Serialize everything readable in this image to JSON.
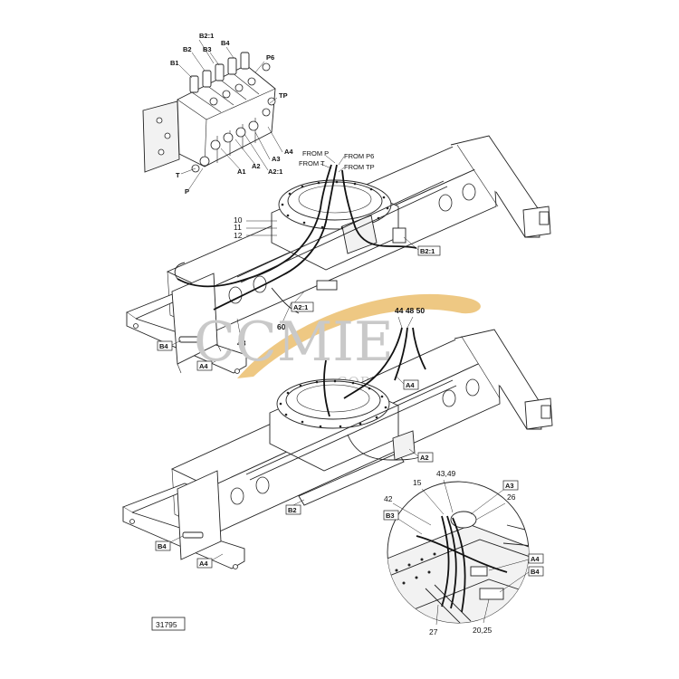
{
  "watermark": {
    "brand_text": "CCMIE",
    "subtitle_text": "CORPORATION",
    "swoosh_color": "#e8b65a"
  },
  "valve_labels": {
    "b2_1": "B2:1",
    "b4": "B4",
    "b2": "B2",
    "b3": "B3",
    "b1": "B1",
    "p6": "P6",
    "tp": "TP",
    "a4": "A4",
    "a3": "A3",
    "a2_1": "A2:1",
    "a2": "A2",
    "a1": "A1",
    "t": "T",
    "p": "P"
  },
  "flow_labels": {
    "from_p": "FROM P",
    "from_p6": "FROM P6",
    "from_t": "FROM T",
    "from_tp": "FROM TP"
  },
  "upper_chassis": {
    "ref_10": "10",
    "ref_11": "11",
    "ref_12": "12",
    "ref_b2_1": "B2:1",
    "ref_a2_1": "A2:1",
    "ref_60": "60",
    "ref_48": "48",
    "ref_b4": "B4",
    "ref_a4": "A4"
  },
  "lower_chassis": {
    "ref_44_48_50": "44 48 50",
    "ref_a4_top": "A4",
    "ref_a2": "A2",
    "ref_b2": "B2",
    "ref_b4": "B4",
    "ref_a4": "A4"
  },
  "detail": {
    "ref_43_49": "43,49",
    "ref_15": "15",
    "ref_a3": "A3",
    "ref_42": "42",
    "ref_26": "26",
    "ref_b3": "B3",
    "ref_a4": "A4",
    "ref_b4": "B4",
    "ref_27": "27",
    "ref_20_25": "20,25"
  },
  "drawing_number": "31795"
}
